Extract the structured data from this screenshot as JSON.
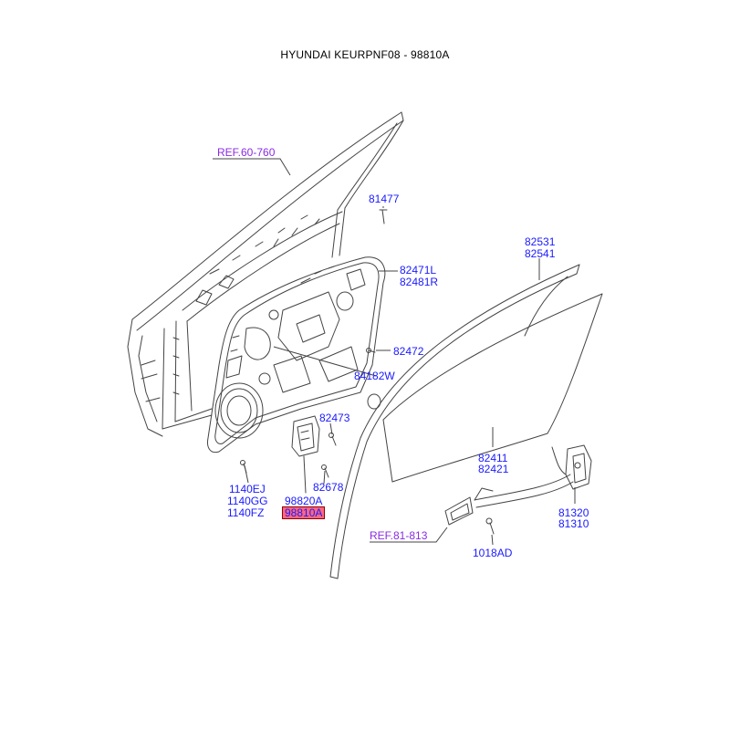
{
  "title": "HYUNDAI KEURPNF08 - 98810A",
  "colors": {
    "label": "#1a1aff",
    "reference": "#8a2be2",
    "highlight": "#ff6680",
    "line": "#444444"
  },
  "labels": {
    "ref_60_760": "REF.60-760",
    "p81477": "81477",
    "p82531": "82531",
    "p82541": "82541",
    "p82471L": "82471L",
    "p82481R": "82481R",
    "p82472": "82472",
    "p84182W": "84182W",
    "p82473": "82473",
    "p82678": "82678",
    "p1140EJ": "1140EJ",
    "p1140GG": "1140GG",
    "p1140FZ": "1140FZ",
    "p98820A": "98820A",
    "p98810A": "98810A",
    "p82411": "82411",
    "p82421": "82421",
    "p81320": "81320",
    "p81310": "81310",
    "ref_81_813": "REF.81-813",
    "p1018AD": "1018AD"
  }
}
